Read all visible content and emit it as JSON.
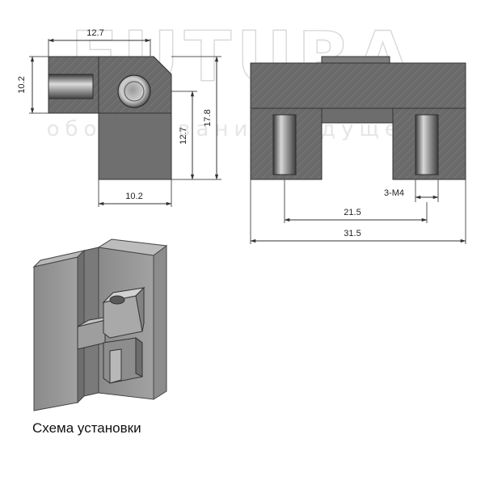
{
  "watermark": {
    "brand": "FUTURA",
    "slogan": "оборудование будущего"
  },
  "side_view": {
    "dim_top": "12.7",
    "dim_left": "10.2",
    "dim_inner_height": "12.7",
    "dim_total_height": "17.8",
    "dim_bottom": "10.2"
  },
  "front_view": {
    "thread_label": "3-M4",
    "dim_hole_spacing": "21.5",
    "dim_total_width": "31.5"
  },
  "install": {
    "caption": "Схема установки"
  }
}
